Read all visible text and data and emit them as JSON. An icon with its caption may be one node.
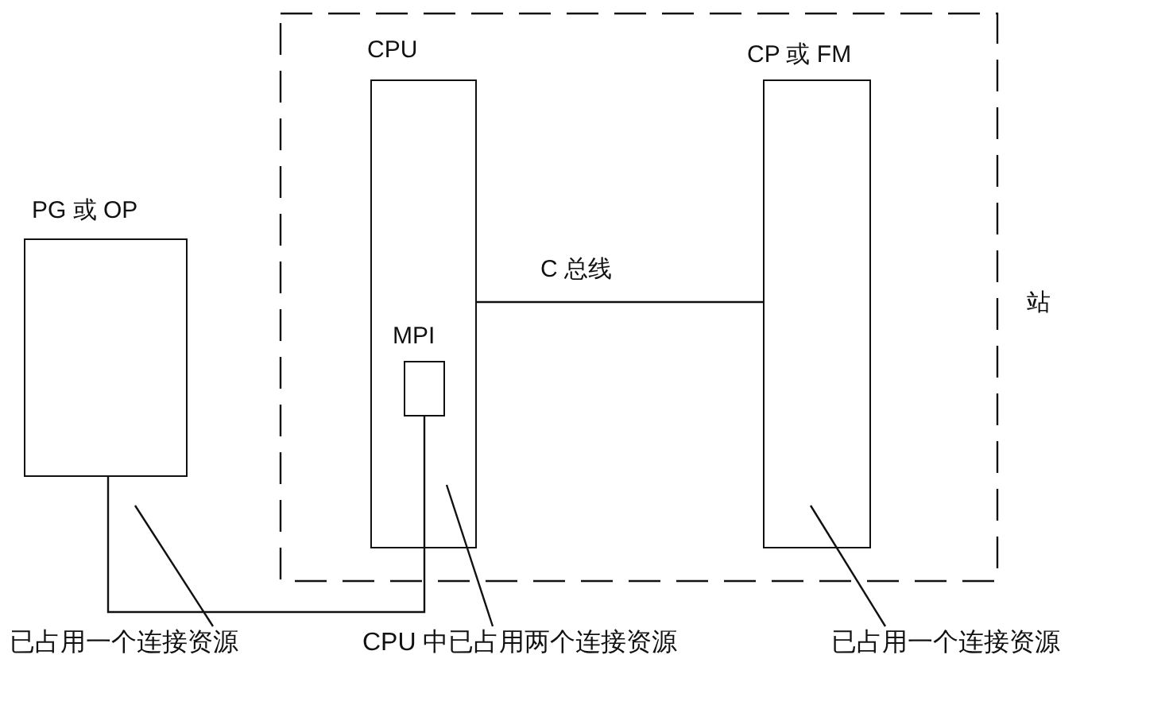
{
  "diagram": {
    "nodes": [
      {
        "text": [
          "站"
        ]
      },
      {
        "text": [
          "PG 或 OP"
        ]
      },
      {
        "text": [
          "CPU"
        ],
        "in": 0
      },
      {
        "text": [
          "MPI"
        ],
        "in": 2
      },
      {
        "text": [
          "CP 或 FM"
        ],
        "in": 0
      },
      {
        "text": [
          "已占用一个连接资源"
        ]
      },
      {
        "text": [
          "CPU 中已占用两个连接资源"
        ]
      },
      {
        "text": [
          "已占用一个连接资源"
        ]
      }
    ],
    "edges": [
      {
        "from": 2,
        "to": 4,
        "arrow": "none",
        "label": "C 总线"
      },
      {
        "from": 1,
        "to": 3,
        "arrow": "none"
      },
      {
        "from": 5,
        "to": 1,
        "arrow": "none"
      },
      {
        "from": 6,
        "to": 2,
        "arrow": "none"
      },
      {
        "from": 7,
        "to": 4,
        "arrow": "none"
      }
    ]
  }
}
